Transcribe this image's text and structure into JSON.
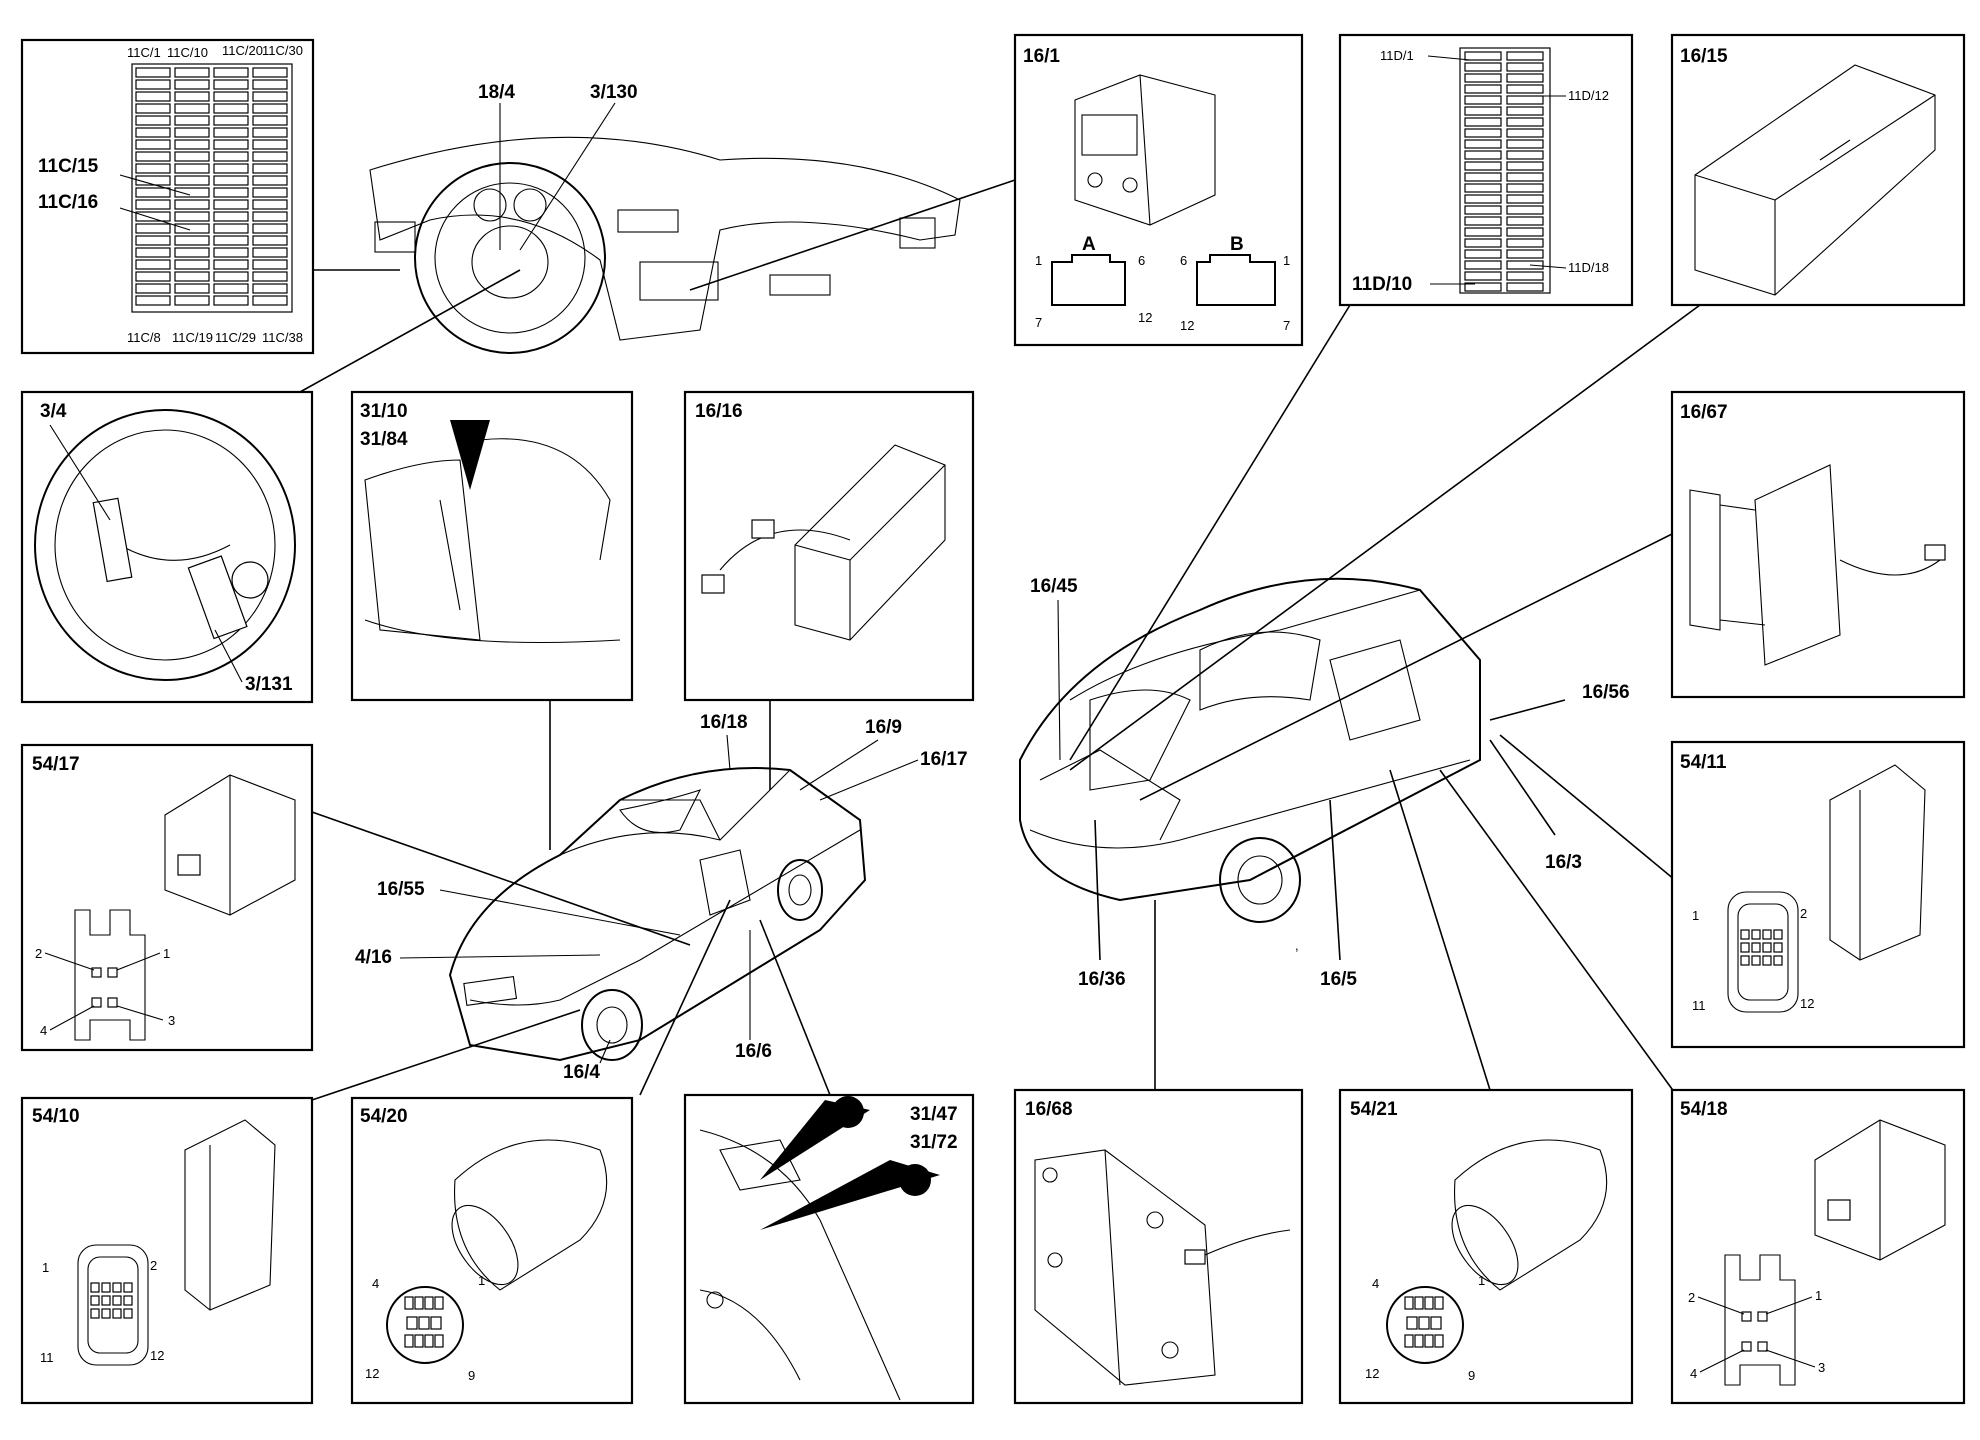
{
  "callouts": {
    "fuse_11c": {
      "top": [
        "11C/1",
        "11C/10",
        "11C/20",
        "11C/30"
      ],
      "left": [
        "11C/15",
        "11C/16"
      ],
      "bottom": [
        "11C/8",
        "11C/19",
        "11C/29",
        "11C/38"
      ]
    },
    "dash": [
      "18/4",
      "3/130"
    ],
    "box_16_1": {
      "title": "16/1",
      "conn_a": "A",
      "conn_b": "B",
      "pins_a": [
        "1",
        "6",
        "7",
        "12"
      ],
      "pins_b": [
        "6",
        "1",
        "12",
        "7"
      ]
    },
    "fuse_11d": [
      "11D/1",
      "11D/12",
      "11D/10",
      "11D/18"
    ],
    "box_16_15": "16/15",
    "box_3_4": {
      "title": "3/4",
      "sub": "3/131"
    },
    "box_31_10": [
      "31/10",
      "31/84"
    ],
    "box_16_16": "16/16",
    "box_16_67": "16/67",
    "box_54_17": {
      "title": "54/17",
      "pins": [
        "2",
        "1",
        "4",
        "3"
      ]
    },
    "box_54_11": {
      "title": "54/11",
      "pins": [
        "1",
        "2",
        "11",
        "12"
      ]
    },
    "box_54_10": {
      "title": "54/10",
      "pins": [
        "1",
        "2",
        "11",
        "12"
      ]
    },
    "box_54_20": {
      "title": "54/20",
      "pins": [
        "4",
        "1",
        "12",
        "9"
      ]
    },
    "box_31_47": [
      "31/47",
      "31/72"
    ],
    "box_16_68": "16/68",
    "box_54_21": {
      "title": "54/21",
      "pins": [
        "4",
        "1",
        "12",
        "9"
      ]
    },
    "box_54_18": {
      "title": "54/18",
      "pins": [
        "2",
        "1",
        "4",
        "3"
      ]
    },
    "car_front": [
      "16/18",
      "16/9",
      "16/17",
      "16/55",
      "4/16",
      "16/4",
      "16/6"
    ],
    "car_rear": [
      "16/45",
      "16/56",
      "16/3",
      "16/36",
      "16/5"
    ]
  }
}
